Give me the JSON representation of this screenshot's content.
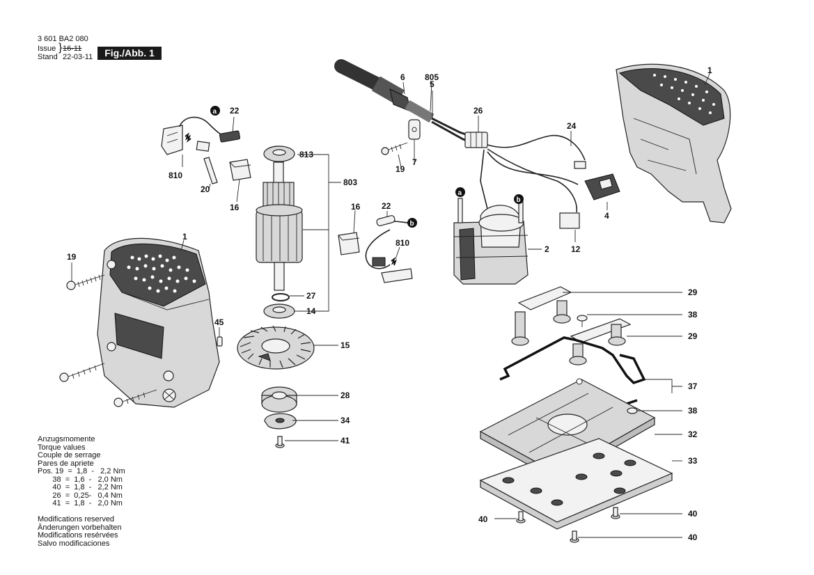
{
  "header": {
    "part_number": "3 601 BA2 080",
    "issue_label": "Issue",
    "issue_value": "16-11",
    "stand_label": "Stand",
    "stand_value": "22-03-11",
    "fig_label": "Fig./Abb. 1"
  },
  "torque": {
    "title_de": "Anzugsmomente",
    "title_en": "Torque values",
    "title_fr": "Couple de serrage",
    "title_es": "Pares de apriete",
    "rows": [
      "Pos. 19  =  1,8  -   2,2 Nm",
      "       38  =  1,6  -   2,0 Nm",
      "       40  =  1,8  -   2,2 Nm",
      "       26  =  0,25-   0,4 Nm",
      "       41  =  1,8  -   2,0 Nm"
    ]
  },
  "modifications": [
    "Modifications reserved",
    "Änderungen vorbehalten",
    "Modifications resérvées",
    "Salvo modificaciones"
  ],
  "callouts": {
    "c1_top": "1",
    "c1_left": "1",
    "c2": "2",
    "c4": "4",
    "c5": "5",
    "c6": "6",
    "c7": "7",
    "c12": "12",
    "c14": "14",
    "c15": "15",
    "c16_left": "16",
    "c16_mid": "16",
    "c19_left": "19",
    "c19_mid": "19",
    "c20": "20",
    "c22_left": "22",
    "c22_mid": "22",
    "c24": "24",
    "c26": "26",
    "c27": "27",
    "c28": "28",
    "c29_top": "29",
    "c29_bot": "29",
    "c32": "32",
    "c33": "33",
    "c34": "34",
    "c37": "37",
    "c38_top": "38",
    "c38_bot": "38",
    "c40_left": "40",
    "c40_right1": "40",
    "c40_right2": "40",
    "c41": "41",
    "c45": "45",
    "c803": "803",
    "c805": "805",
    "c810_left": "810",
    "c810_mid": "810",
    "c813": "813",
    "marker_a": "a",
    "marker_b": "b"
  }
}
